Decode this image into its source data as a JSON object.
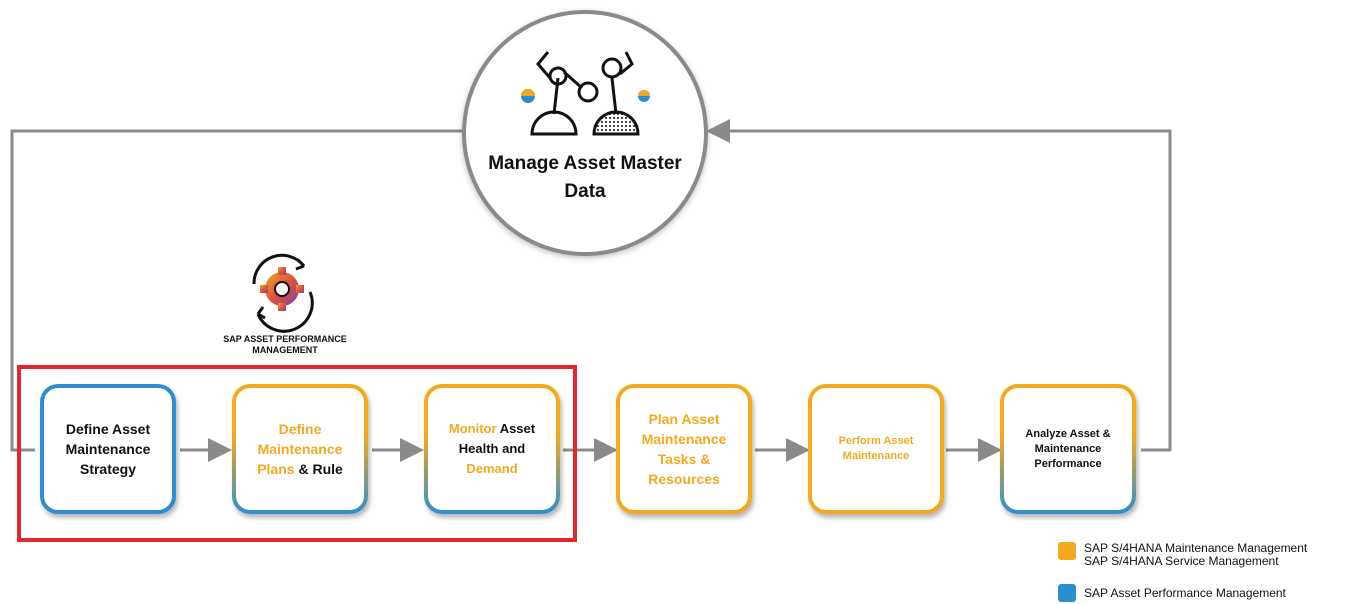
{
  "center": {
    "title": "Manage Asset Master Data"
  },
  "apm_logo": {
    "label": "SAP ASSET PERFORMANCE MANAGEMENT"
  },
  "steps": [
    {
      "parts": [
        "Define Asset Maintenance Strategy"
      ]
    },
    {
      "parts": [
        "Define Maintenance Plans",
        "& Rule"
      ]
    },
    {
      "parts": [
        "Monitor",
        "Asset Health and",
        "Demand"
      ]
    },
    {
      "parts": [
        "Plan Asset Maintenance Tasks & Resources"
      ]
    },
    {
      "parts": [
        "Perform Asset Maintenance"
      ]
    },
    {
      "parts": [
        "Analyze Asset & Maintenance Performance"
      ]
    }
  ],
  "legend": [
    {
      "color": "#f2a91f",
      "lines": [
        "SAP S/4HANA Maintenance Management",
        "SAP S/4HANA Service Management"
      ]
    },
    {
      "color": "#2b8fcf",
      "lines": [
        "SAP Asset Performance Management"
      ]
    }
  ],
  "colors": {
    "orange": "#f2a91f",
    "blue": "#2b8fcf",
    "highlight": "#e3262b",
    "connector": "#8a8a8a"
  }
}
